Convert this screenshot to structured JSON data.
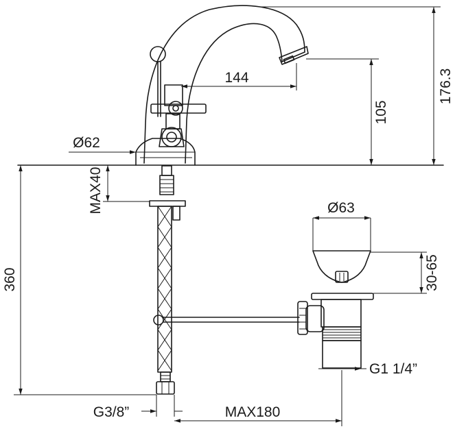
{
  "dimensions": {
    "spout_reach": "144",
    "spout_height": "105",
    "total_height": "176.3",
    "base_diameter": "Ø62",
    "max_deck": "MAX40",
    "hose_length": "360",
    "waste_diameter": "Ø63",
    "waste_range": "30-65",
    "waste_thread": "G1 1/4”",
    "hose_thread": "G3/8”",
    "max_rod": "MAX180"
  }
}
